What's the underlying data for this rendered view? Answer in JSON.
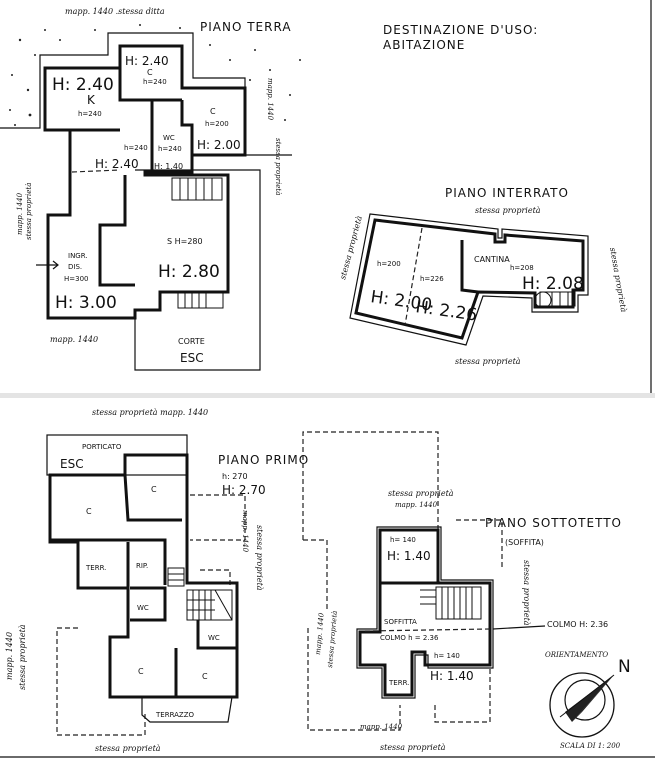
{
  "header": {
    "destination_label": "DESTINAZIONE D'USO:",
    "destination_value": "ABITAZIONE"
  },
  "piano_terra": {
    "title": "PIANO TERRA",
    "top_note": "mapp. 1440 .stessa ditta",
    "left_note_1": "mapp. 1440",
    "left_note_2": "stessa proprietà",
    "right_note_1": "mapp. 1440",
    "right_note_2": "stessa proprietà",
    "bottom_left_note": "mapp. 1440",
    "bottom_note": "stessa proprietà mapp. 1440",
    "rooms": {
      "k_height": "H: 2.40",
      "k_label": "K",
      "k_h": "h=240",
      "c1_height": "H: 2.40",
      "c1_label": "C",
      "c1_h": "h=240",
      "c2_label": "C",
      "c2_h": "h=200",
      "c2_height": "H: 2.00",
      "hall_h": "h=240",
      "hall_height": "H: 2.40",
      "wc_label": "WC",
      "wc_h": "h=240",
      "wc_height": "H: 1.40",
      "s_label": "S H=280",
      "s_height": "H: 2.80",
      "ingr_label_1": "INGR.",
      "ingr_label_2": "DIS.",
      "ingr_h": "H=300",
      "ingr_height": "H: 3.00",
      "corte_label": "CORTE",
      "corte_esc": "ESC"
    }
  },
  "piano_interrato": {
    "title": "PIANO INTERRATO",
    "top_note": "stessa proprietà",
    "left_note": "stessa proprietà",
    "right_note": "stessa proprietà",
    "bottom_note": "stessa proprietà",
    "rooms": {
      "r1_h": "h=200",
      "r1_height": "H: 2.00",
      "r2_h": "h=226",
      "r2_height": "H: 2.26",
      "cantina_label": "CANTINA",
      "cantina_h": "h=208",
      "cantina_height": "H: 2.08"
    }
  },
  "piano_primo": {
    "title": "PIANO PRIMO",
    "h": "h: 270",
    "height": "H: 2.70",
    "left_note_1": "mapp. 1440",
    "left_note_2": "stessa proprietà",
    "right_note_1": "mapp. 1440",
    "right_note_2": "stessa proprietà",
    "bottom_note": "stessa proprietà",
    "rooms": {
      "porticato": "PORTICATO",
      "esc": "ESC",
      "c1": "C",
      "c2": "C",
      "terr": "TERR.",
      "rip": "RIP.",
      "wc1": "WC",
      "wc2": "WC",
      "c3": "C",
      "c4": "C",
      "terrazzo": "TERRAZZO"
    }
  },
  "piano_sottotetto": {
    "title": "PIANO SOTTOTETTO",
    "subtitle": "(SOFFITA)",
    "top_note_1": "stessa proprietà",
    "top_note_2": "mapp. 1440",
    "left_note_1": "mapp. 1440",
    "left_note_2": "stessa proprietà",
    "right_note": "stessa proprietà",
    "bottom_note_1": "mapp. 1440",
    "bottom_note_2": "stessa proprietà",
    "rooms": {
      "r1_h": "h= 140",
      "r1_height": "H: 1.40",
      "soffitta": "SOFFITTA",
      "colmo": "COLMO h = 2.36",
      "r2_h": "h= 140",
      "r2_height": "H: 1.40",
      "terr": "TERR."
    },
    "colmo_callout": "COLMO H: 2.36"
  },
  "legend": {
    "orientation_label": "ORIENTAMENTO",
    "north_letter": "N",
    "scale": "SCALA DI 1: 200"
  },
  "icons": {
    "compass": "north-arrow-compass",
    "stairs": "stairs-hatch"
  }
}
